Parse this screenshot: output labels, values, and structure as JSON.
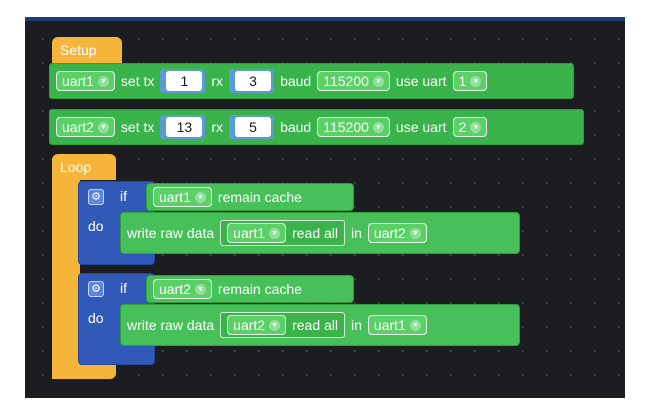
{
  "setup": {
    "label": "Setup",
    "rows": [
      {
        "uart": "uart1",
        "set_tx_label": "set tx",
        "tx": "1",
        "rx_label": "rx",
        "rx": "3",
        "baud_label": "baud",
        "baud": "115200",
        "use_uart_label": "use uart",
        "use_uart": "1"
      },
      {
        "uart": "uart2",
        "set_tx_label": "set tx",
        "tx": "13",
        "rx_label": "rx",
        "rx": "5",
        "baud_label": "baud",
        "baud": "115200",
        "use_uart_label": "use uart",
        "use_uart": "2"
      }
    ]
  },
  "loop": {
    "label": "Loop",
    "blocks": [
      {
        "if_label": "if",
        "cond_uart": "uart1",
        "cond_text": "remain cache",
        "do_label": "do",
        "write_label": "write raw data",
        "read_uart": "uart1",
        "read_text": "read all",
        "in_label": "in",
        "target_uart": "uart2"
      },
      {
        "if_label": "if",
        "cond_uart": "uart2",
        "cond_text": "remain cache",
        "do_label": "do",
        "write_label": "write raw data",
        "read_uart": "uart2",
        "read_text": "read all",
        "in_label": "in",
        "target_uart": "uart1"
      }
    ]
  },
  "icons": {
    "dropdown": "▼",
    "gear": "⚙"
  }
}
